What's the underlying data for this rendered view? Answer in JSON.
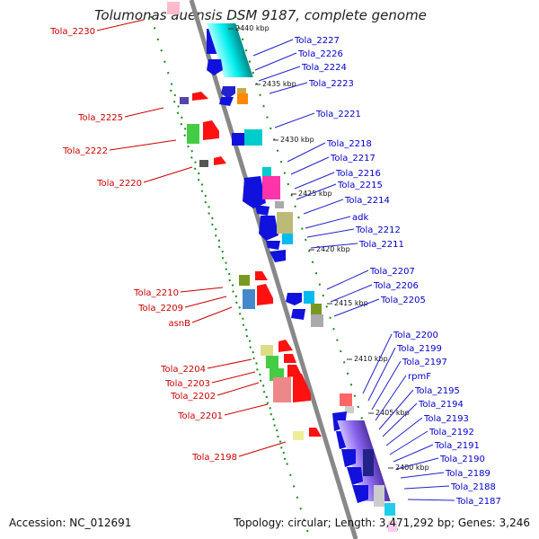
{
  "title": "Tolumonas auensis DSM 9187, complete genome",
  "accession": "Accession: NC_012691",
  "topology": "Topology: circular; Length: 3,471,292 bp; Genes: 3,246",
  "colors": {
    "forward_label": "#cc0000",
    "reverse_label": "#0000cc",
    "backbone": "#888888",
    "dots": "#1a8a1a"
  },
  "ticks": [
    "2440 kbp",
    "2435 kbp",
    "2430 kbp",
    "2425 kbp",
    "2420 kbp",
    "2415 kbp",
    "2410 kbp",
    "2405 kbp",
    "2400 kbp"
  ],
  "reverse_genes": [
    "Tola_2227",
    "Tola_2226",
    "Tola_2224",
    "Tola_2223",
    "Tola_2221",
    "Tola_2218",
    "Tola_2217",
    "Tola_2216",
    "Tola_2215",
    "Tola_2214",
    "adk",
    "Tola_2212",
    "Tola_2211",
    "Tola_2207",
    "Tola_2206",
    "Tola_2205",
    "Tola_2200",
    "Tola_2199",
    "Tola_2197",
    "rpmF",
    "Tola_2195",
    "Tola_2194",
    "Tola_2193",
    "Tola_2192",
    "Tola_2191",
    "Tola_2190",
    "Tola_2189",
    "Tola_2188",
    "Tola_2187"
  ],
  "forward_genes": [
    "Tola_2230",
    "Tola_2225",
    "Tola_2222",
    "Tola_2220",
    "Tola_2210",
    "Tola_2209",
    "asnB",
    "Tola_2204",
    "Tola_2203",
    "Tola_2202",
    "Tola_2201",
    "Tola_2198"
  ]
}
